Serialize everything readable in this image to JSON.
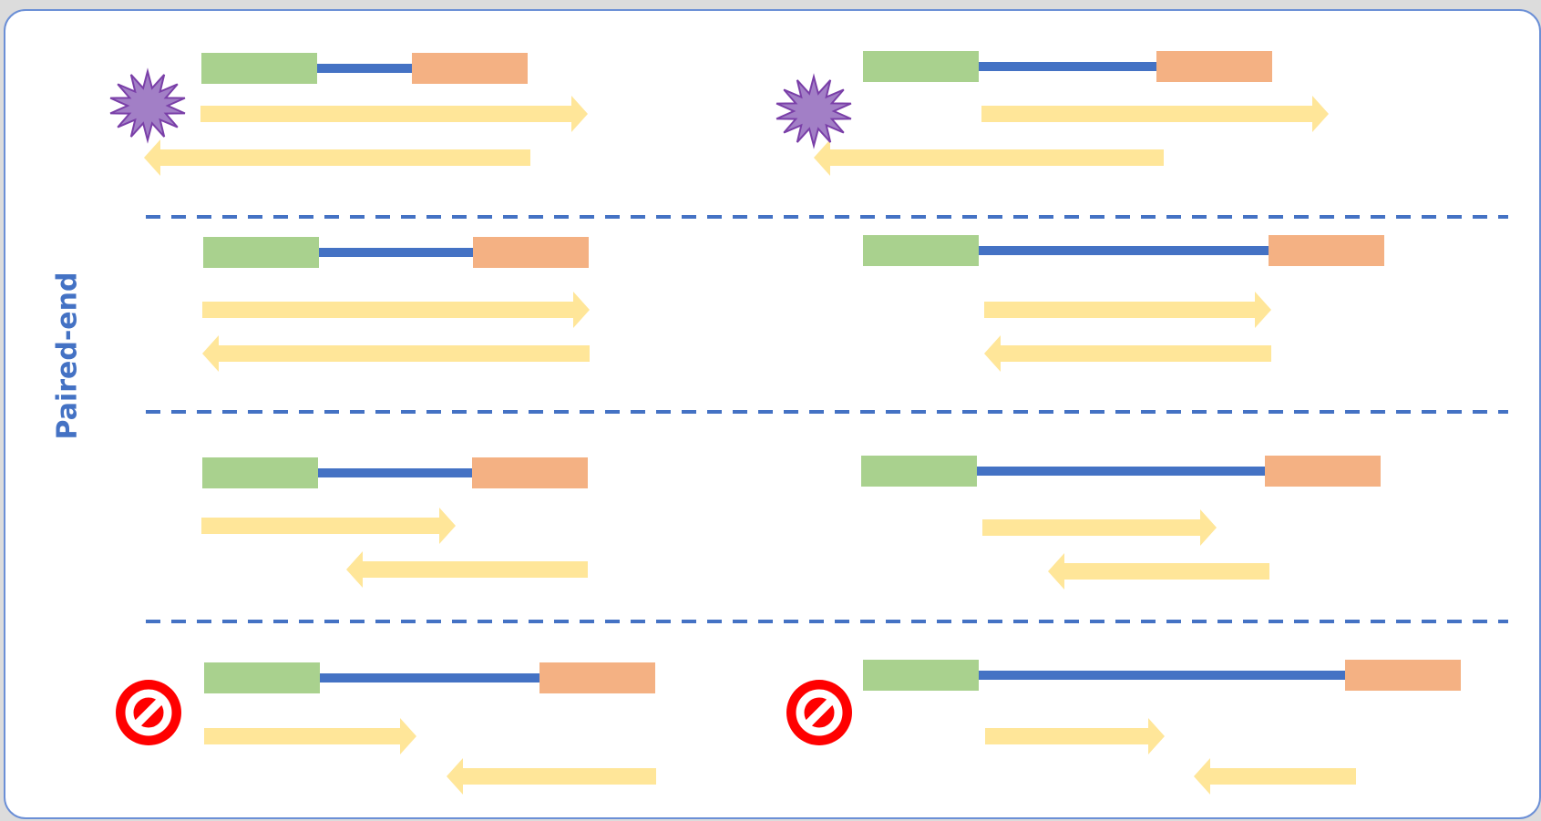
{
  "side_label": "Paired-end",
  "colors": {
    "adapter_left": "#a9d18e",
    "adapter_right": "#f4b183",
    "insert": "#4472c4",
    "read": "#ffe699",
    "separator": "#4472c4",
    "marker_star": "#a27fc6",
    "marker_no": "#ff0000"
  },
  "rows": [
    {
      "cases": [
        {
          "marker": "burst-icon"
        },
        {
          "marker": "burst-icon"
        }
      ]
    },
    {
      "cases": [
        {
          "marker": "none"
        },
        {
          "marker": "none"
        }
      ]
    },
    {
      "cases": [
        {
          "marker": "none"
        },
        {
          "marker": "none"
        }
      ]
    },
    {
      "cases": [
        {
          "marker": "prohibited-icon"
        },
        {
          "marker": "prohibited-icon"
        }
      ]
    }
  ]
}
